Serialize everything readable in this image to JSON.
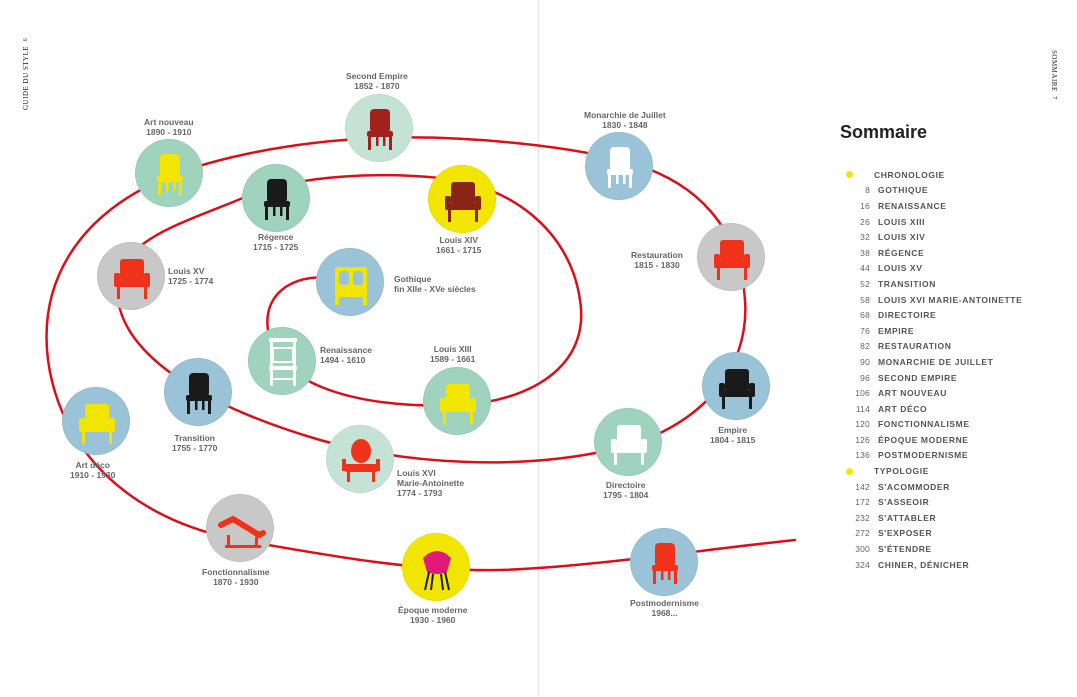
{
  "running_head": {
    "left_title": "GUIDE DU STYLE",
    "left_page": "6",
    "right_title": "SOMMAIRE",
    "right_page": "7"
  },
  "colors": {
    "spiral": "#d90f1a",
    "yellow_dot": "#f2e600"
  },
  "medallions": [
    {
      "name": "gothique",
      "label": "Gothique",
      "years": "fin XIIe - XVe siècles",
      "bg": "#9ac3d8",
      "chair_color": "#f2e600",
      "icon": "gothic-chest-icon"
    },
    {
      "name": "renaissance",
      "label": "Renaissance",
      "years": "1494 - 1610",
      "bg": "#9fd3bd",
      "chair_color": "#ffffff",
      "icon": "renaissance-chair-icon"
    },
    {
      "name": "louis-xiii",
      "label": "Louis XIII",
      "years": "1589 - 1661",
      "bg": "#9fd3bd",
      "chair_color": "#f2e600",
      "icon": "armchair-icon"
    },
    {
      "name": "louis-xiv",
      "label": "Louis XIV",
      "years": "1661 - 1715",
      "bg": "#f2e600",
      "chair_color": "#8a2416",
      "icon": "armchair-icon"
    },
    {
      "name": "regence",
      "label": "Régence",
      "years": "1715 - 1725",
      "bg": "#9fd3bd",
      "chair_color": "#1a1a1a",
      "icon": "chair-icon"
    },
    {
      "name": "louis-xv",
      "label": "Louis XV",
      "years": "1725 - 1774",
      "bg": "#c8c8c8",
      "chair_color": "#f0321a",
      "icon": "armchair-icon"
    },
    {
      "name": "transition",
      "label": "Transition",
      "years": "1755 - 1770",
      "bg": "#9ac3d8",
      "chair_color": "#1a1a1a",
      "icon": "chair-icon"
    },
    {
      "name": "louis-xvi",
      "label": "Louis XVI\nMarie-Antoinette",
      "years": "1774 - 1793",
      "bg": "#c4e3d6",
      "chair_color": "#f0321a",
      "icon": "medallion-chair-icon"
    },
    {
      "name": "directoire",
      "label": "Directoire",
      "years": "1795 - 1804",
      "bg": "#9fd3bd",
      "chair_color": "#ffffff",
      "icon": "armchair-icon"
    },
    {
      "name": "empire",
      "label": "Empire",
      "years": "1804 - 1815",
      "bg": "#9ac3d8",
      "chair_color": "#1a1a1a",
      "icon": "armchair-icon"
    },
    {
      "name": "restauration",
      "label": "Restauration",
      "years": "1815 - 1830",
      "bg": "#c8c8c8",
      "chair_color": "#f0321a",
      "icon": "armchair-icon"
    },
    {
      "name": "monarchie-de-juillet",
      "label": "Monarchie de Juillet",
      "years": "1830 - 1848",
      "bg": "#9ac3d8",
      "chair_color": "#ffffff",
      "icon": "chair-icon"
    },
    {
      "name": "second-empire",
      "label": "Second Empire",
      "years": "1852 - 1870",
      "bg": "#c4e3d6",
      "chair_color": "#a1221a",
      "icon": "chair-icon"
    },
    {
      "name": "art-nouveau",
      "label": "Art nouveau",
      "years": "1890 - 1910",
      "bg": "#9fd3bd",
      "chair_color": "#f2e600",
      "icon": "chair-icon"
    },
    {
      "name": "art-deco",
      "label": "Art déco",
      "years": "1910 - 1930",
      "bg": "#9ac3d8",
      "chair_color": "#f2e600",
      "icon": "armchair-icon"
    },
    {
      "name": "fonctionnalisme",
      "label": "Fonctionnalisme",
      "years": "1870 - 1930",
      "bg": "#c8c8c8",
      "chair_color": "#f0321a",
      "icon": "chaise-longue-icon"
    },
    {
      "name": "epoque-moderne",
      "label": "Époque moderne",
      "years": "1930 - 1960",
      "bg": "#f2e600",
      "chair_color": "#e2197a",
      "icon": "shell-chair-icon"
    },
    {
      "name": "postmodernisme",
      "label": "Postmodernisme",
      "years": "1968...",
      "bg": "#9ac3d8",
      "chair_color": "#f0321a",
      "icon": "chair-icon"
    }
  ],
  "toc": {
    "title": "Sommaire",
    "entries": [
      {
        "num": "",
        "label": "CHRONOLOGIE",
        "bullet": true
      },
      {
        "num": "8",
        "label": "GOTHIQUE"
      },
      {
        "num": "16",
        "label": "RENAISSANCE"
      },
      {
        "num": "26",
        "label": "LOUIS XIII"
      },
      {
        "num": "32",
        "label": "LOUIS XIV"
      },
      {
        "num": "38",
        "label": "RÉGENCE"
      },
      {
        "num": "44",
        "label": "LOUIS XV"
      },
      {
        "num": "52",
        "label": "TRANSITION"
      },
      {
        "num": "58",
        "label": "LOUIS XVI  MARIE-ANTOINETTE"
      },
      {
        "num": "68",
        "label": "DIRECTOIRE"
      },
      {
        "num": "76",
        "label": "EMPIRE"
      },
      {
        "num": "82",
        "label": "RESTAURATION"
      },
      {
        "num": "90",
        "label": "MONARCHIE DE JUILLET"
      },
      {
        "num": "96",
        "label": "SECOND EMPIRE"
      },
      {
        "num": "106",
        "label": "ART NOUVEAU"
      },
      {
        "num": "114",
        "label": "ART DÉCO"
      },
      {
        "num": "120",
        "label": "FONCTIONNALISME"
      },
      {
        "num": "126",
        "label": "ÉPOQUE MODERNE"
      },
      {
        "num": "136",
        "label": "POSTMODERNISME"
      },
      {
        "num": "",
        "label": "TYPOLOGIE",
        "bullet": true
      },
      {
        "num": "142",
        "label": "S'ACOMMODER"
      },
      {
        "num": "172",
        "label": "S'ASSEOIR"
      },
      {
        "num": "232",
        "label": "S'ATTABLER"
      },
      {
        "num": "272",
        "label": "S'EXPOSER"
      },
      {
        "num": "300",
        "label": "S'ÉTENDRE"
      },
      {
        "num": "324",
        "label": "CHINER, DÉNICHER"
      }
    ]
  }
}
